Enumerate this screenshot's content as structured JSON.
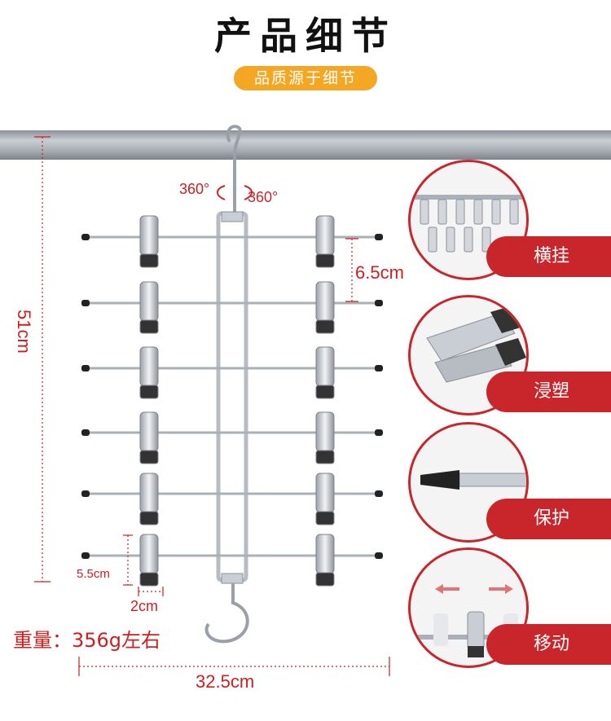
{
  "header": {
    "title": "产品细节",
    "subtitle": "品质源于细节"
  },
  "dimensions": {
    "height": "51cm",
    "rotation_left": "360°",
    "rotation_right": "360°",
    "tier_spacing": "6.5cm",
    "clip_height": "5.5cm",
    "clip_width": "2cm",
    "width": "32.5cm"
  },
  "weight": "重量：356g左右",
  "features": [
    {
      "label": "横挂"
    },
    {
      "label": "浸塑"
    },
    {
      "label": "保护"
    },
    {
      "label": "移动"
    }
  ],
  "colors": {
    "accent_red": "#c8262a",
    "pill_orange": "#f5a623",
    "dimension_red": "#cc1f1f"
  }
}
